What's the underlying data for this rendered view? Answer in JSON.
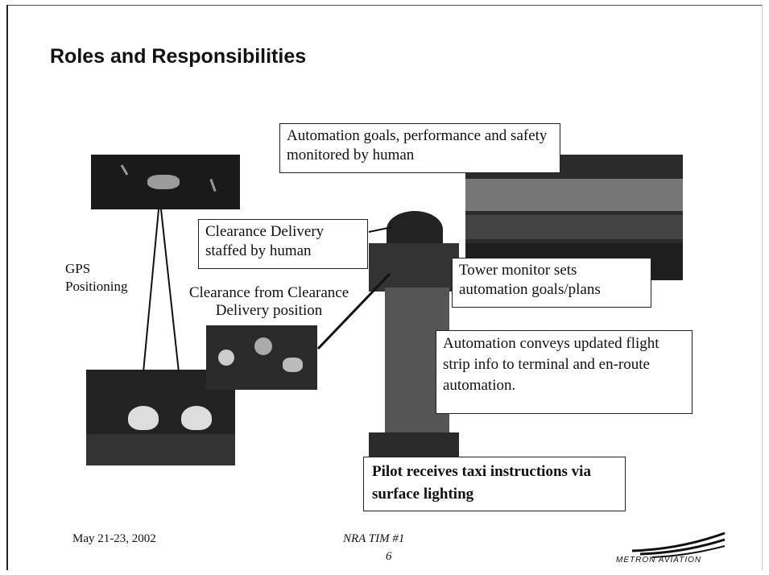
{
  "slide": {
    "title": "Roles and Responsibilities",
    "labels": {
      "gps": "GPS\nPositioning",
      "clearance_from": "Clearance from Clearance\nDelivery position"
    },
    "callouts": {
      "automation_goals": "Automation goals, performance and safety monitored by human",
      "clearance_delivery": "Clearance Delivery staffed by human",
      "tower_monitor": "Tower monitor sets automation goals/plans",
      "automation_conveys": "Automation conveys updated flight strip info to terminal and en-route automation.",
      "pilot_receives": "Pilot receives taxi instructions via surface lighting"
    },
    "footer": {
      "date": "May 21-23, 2002",
      "event": "NRA TIM #1",
      "page": "6",
      "logo_text": "METRON AVIATION"
    }
  }
}
